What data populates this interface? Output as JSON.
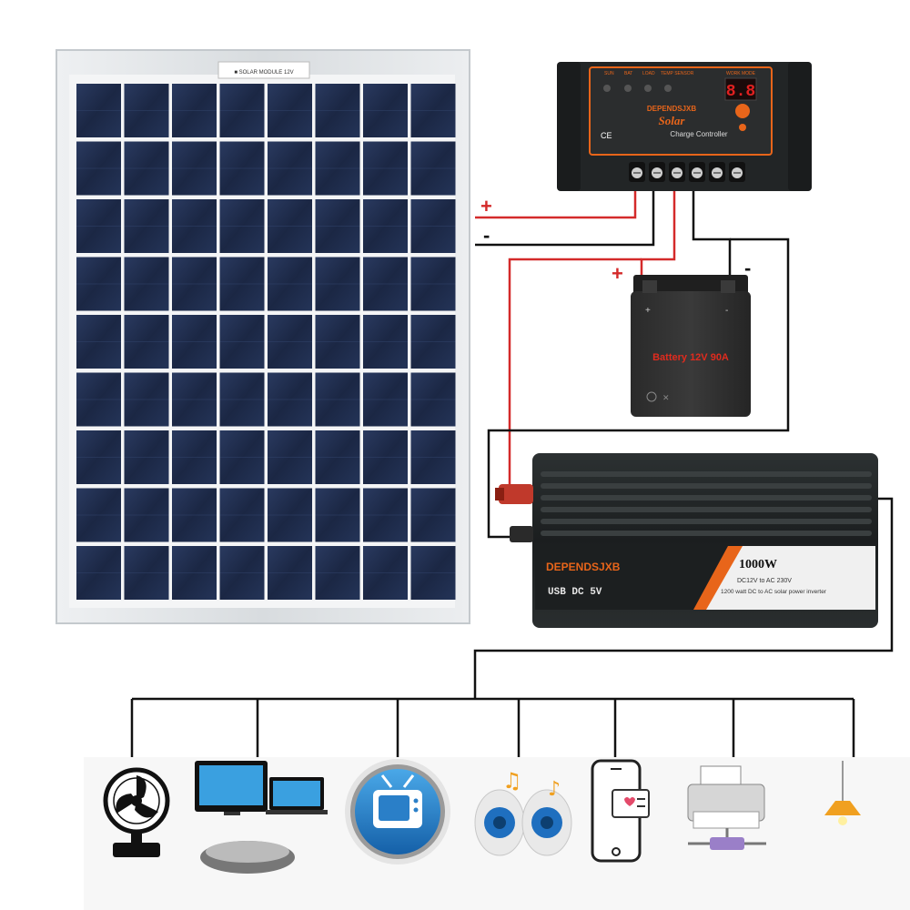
{
  "panel": {
    "label_text": "■ SOLAR MODULE 12V"
  },
  "controller": {
    "brand": "DEPENDSJXB",
    "product": "Solar",
    "subtitle": "Charge Controller",
    "display": "8.8",
    "indicators": [
      "SUN",
      "BAT",
      "LOAD",
      "TEMP SENSOR"
    ],
    "mode_label": "WORK MODE",
    "ce_mark": "CE"
  },
  "battery": {
    "label": "Battery  12V 90A",
    "plus": "+",
    "minus": "-"
  },
  "inverter": {
    "brand": "DEPENDSJXB",
    "usb_label": "USB  DC  5V",
    "power": "1000W",
    "spec_line1": "DC12V to AC 230V",
    "spec_line2": "1200 watt DC to AC solar power inverter"
  },
  "panel_wires": {
    "plus": "+",
    "minus": "-"
  },
  "battery_wires": {
    "plus": "+",
    "minus": "-"
  },
  "colors": {
    "positive_wire": "#d42a2a",
    "negative_wire": "#111111",
    "panel_cell": "#1d2a47",
    "panel_frame": "#dfe3e6",
    "inverter_body": "#1e2122",
    "accent_orange": "#e8651a"
  },
  "appliances": [
    "fan-icon",
    "computer-icon",
    "tv-icon",
    "speakers-icon",
    "smartphone-icon",
    "printer-icon",
    "lamp-icon"
  ]
}
